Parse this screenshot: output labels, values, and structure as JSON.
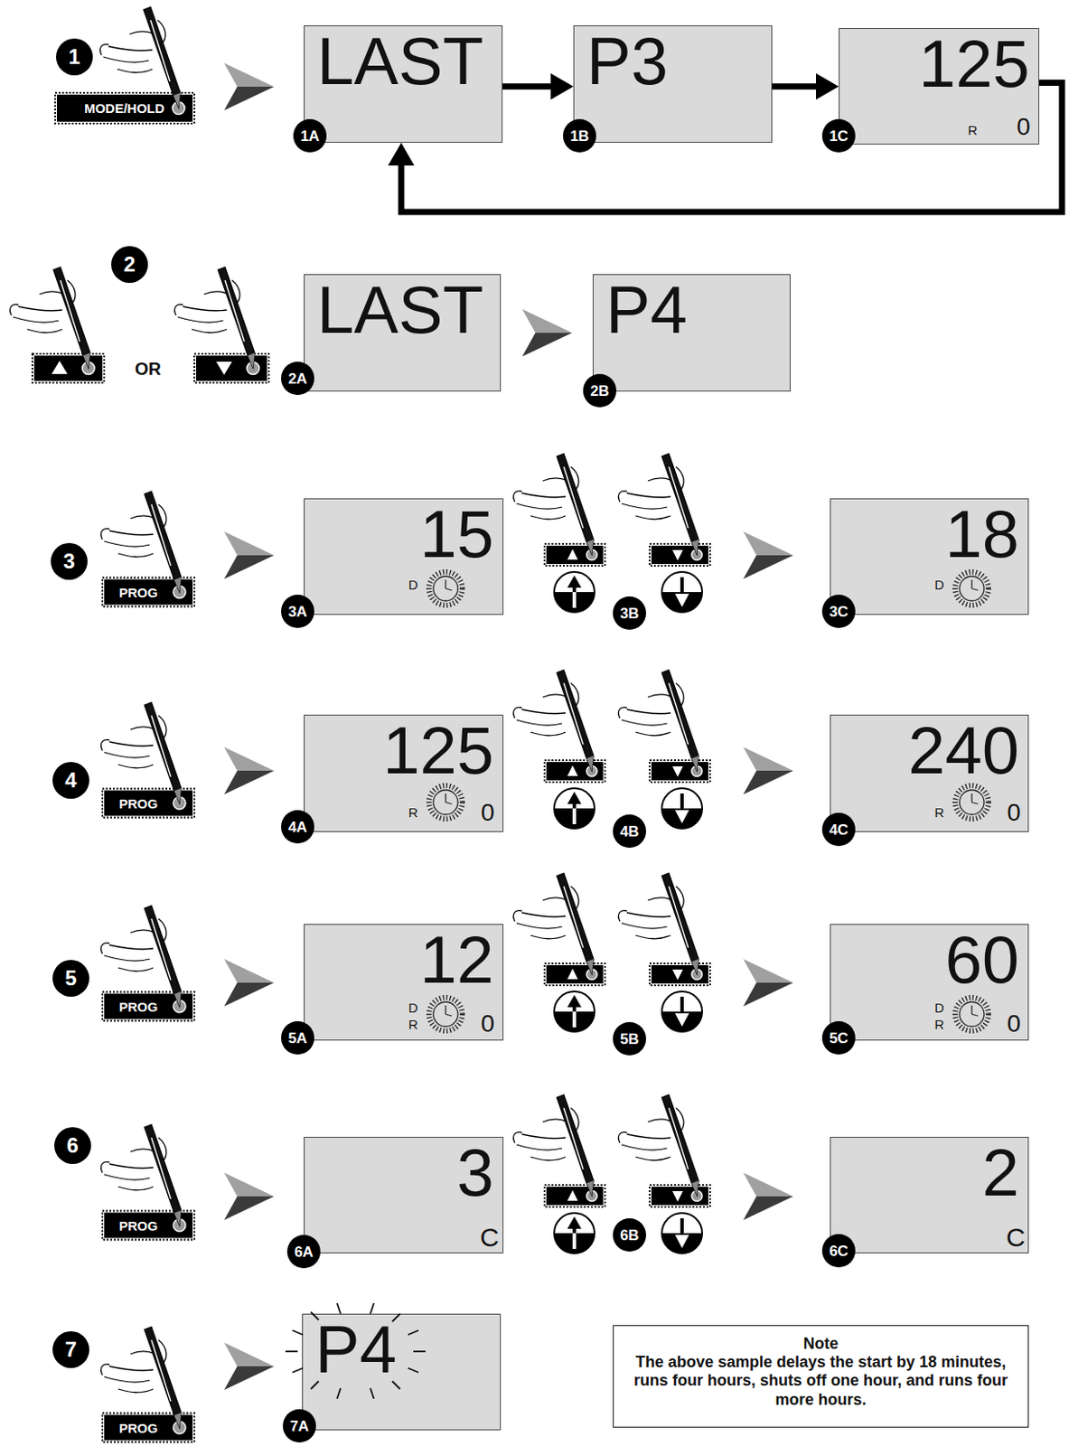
{
  "diagram": {
    "nodes": [
      {
        "text": [
          "LAST"
        ]
      },
      {
        "text": [
          "P3"
        ]
      },
      {
        "text": [
          "125",
          "R",
          "0"
        ]
      },
      {
        "text": [
          "LAST"
        ]
      },
      {
        "text": [
          "P4"
        ]
      },
      {
        "text": [
          "15",
          "D"
        ]
      },
      {
        "text": [
          "18",
          "D"
        ]
      },
      {
        "text": [
          "125",
          "R",
          "0"
        ]
      },
      {
        "text": [
          "240",
          "R",
          "0"
        ]
      },
      {
        "text": [
          "12",
          "D",
          "R",
          "0"
        ]
      },
      {
        "text": [
          "60",
          "D",
          "R",
          "0"
        ]
      },
      {
        "text": [
          "3",
          "C"
        ]
      },
      {
        "text": [
          "2",
          "C"
        ]
      },
      {
        "text": [
          "P4"
        ]
      },
      {
        "text": [
          "Note",
          "The above sample delays the start by 18 minutes, runs four hours, shuts off one hour, and runs four more hours."
        ]
      }
    ],
    "edges": [
      {
        "from": 0,
        "to": 1,
        "arrow": "to"
      },
      {
        "from": 1,
        "to": 2,
        "arrow": "to"
      },
      {
        "from": 2,
        "to": 0,
        "arrow": "to"
      },
      {
        "from": 3,
        "to": 4,
        "arrow": "to"
      }
    ],
    "labels": [
      "1",
      "MODE/HOLD",
      "1A",
      "1B",
      "1C",
      "2",
      "OR",
      "2A",
      "2B",
      "3",
      "PROG",
      "3A",
      "3B",
      "3C",
      "4",
      "PROG",
      "4A",
      "4B",
      "4C",
      "5",
      "PROG",
      "5A",
      "5B",
      "5C",
      "6",
      "PROG",
      "6A",
      "6B",
      "6C",
      "7",
      "PROG",
      "7A"
    ]
  }
}
